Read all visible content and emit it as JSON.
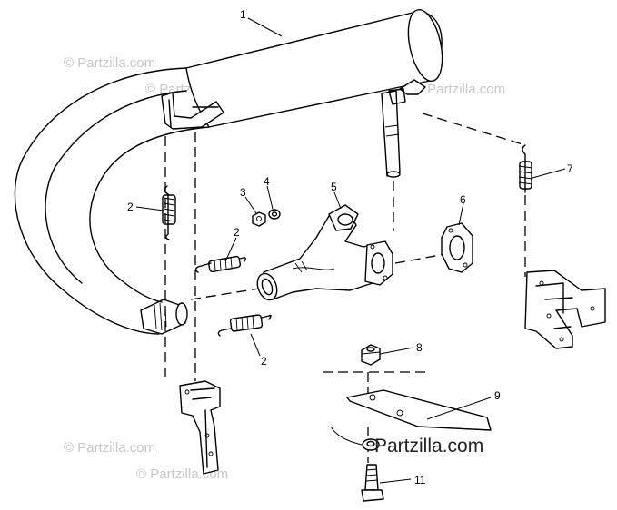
{
  "watermark": {
    "text": "© Partzilla.com",
    "main_text": "Partzilla.com"
  },
  "callouts": {
    "c1": "1",
    "c2a": "2",
    "c2b": "2",
    "c2c": "2",
    "c3": "3",
    "c4": "4",
    "c5": "5",
    "c6": "6",
    "c7": "7",
    "c8": "8",
    "c9": "9",
    "c11": "11"
  }
}
